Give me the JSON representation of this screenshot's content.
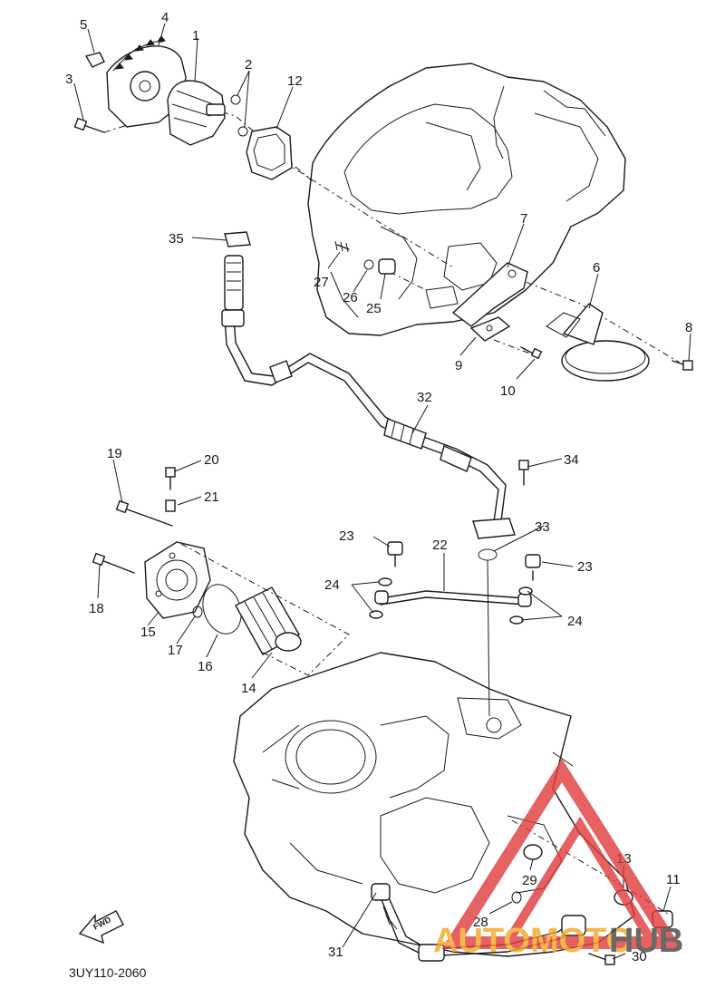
{
  "diagram": {
    "code": "3UY110-2060",
    "fwd": "FWD",
    "callouts": [
      {
        "id": "c1",
        "text": "1"
      },
      {
        "id": "c2",
        "text": "2"
      },
      {
        "id": "c3",
        "text": "3"
      },
      {
        "id": "c4",
        "text": "4"
      },
      {
        "id": "c5",
        "text": "5"
      },
      {
        "id": "c6",
        "text": "6"
      },
      {
        "id": "c7",
        "text": "7"
      },
      {
        "id": "c8",
        "text": "8"
      },
      {
        "id": "c9",
        "text": "9"
      },
      {
        "id": "c10",
        "text": "10"
      },
      {
        "id": "c11",
        "text": "11"
      },
      {
        "id": "c12",
        "text": "12"
      },
      {
        "id": "c13",
        "text": "13"
      },
      {
        "id": "c14",
        "text": "14"
      },
      {
        "id": "c15",
        "text": "15"
      },
      {
        "id": "c16",
        "text": "16"
      },
      {
        "id": "c17",
        "text": "17"
      },
      {
        "id": "c18",
        "text": "18"
      },
      {
        "id": "c19",
        "text": "19"
      },
      {
        "id": "c20",
        "text": "20"
      },
      {
        "id": "c21",
        "text": "21"
      },
      {
        "id": "c22",
        "text": "22"
      },
      {
        "id": "c23a",
        "text": "23"
      },
      {
        "id": "c23b",
        "text": "23"
      },
      {
        "id": "c24a",
        "text": "24"
      },
      {
        "id": "c24b",
        "text": "24"
      },
      {
        "id": "c25",
        "text": "25"
      },
      {
        "id": "c26",
        "text": "26"
      },
      {
        "id": "c27",
        "text": "27"
      },
      {
        "id": "c28",
        "text": "28"
      },
      {
        "id": "c29",
        "text": "29"
      },
      {
        "id": "c30",
        "text": "30"
      },
      {
        "id": "c31",
        "text": "31"
      },
      {
        "id": "c32",
        "text": "32"
      },
      {
        "id": "c33",
        "text": "33"
      },
      {
        "id": "c34",
        "text": "34"
      },
      {
        "id": "c35",
        "text": "35"
      }
    ]
  },
  "watermark": {
    "text_a": "AUTOMOTO",
    "text_b": "HUB",
    "color_red": "#e03a3a",
    "color_orange": "#f5a623",
    "color_grey": "#444444"
  }
}
